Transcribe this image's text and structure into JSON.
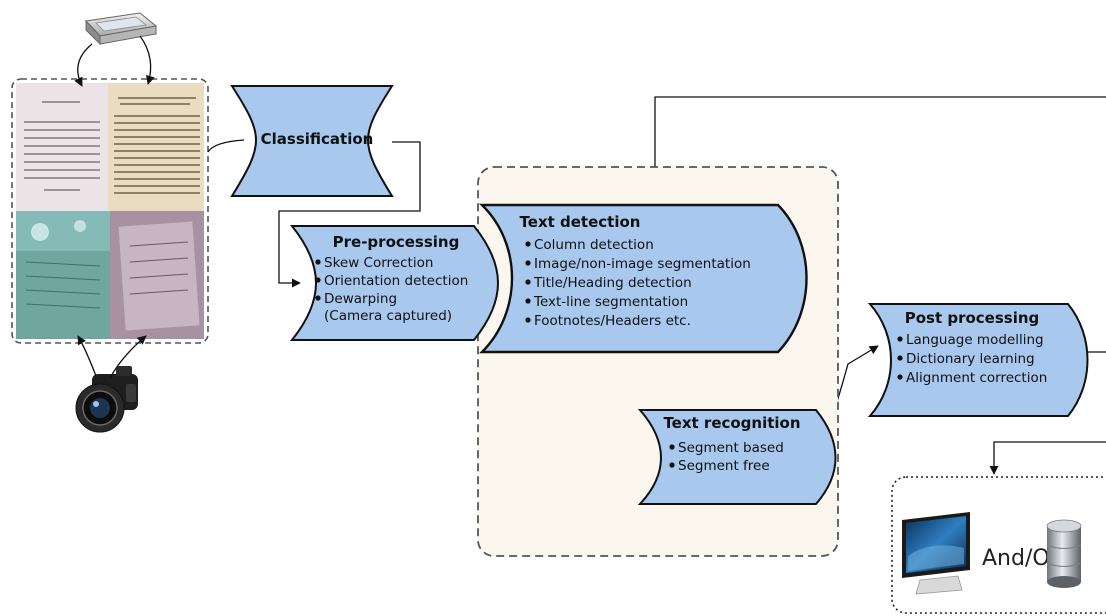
{
  "diagram": {
    "classification": {
      "title": "Classification"
    },
    "preprocessing": {
      "title": "Pre-processing",
      "items": [
        "Skew Correction",
        "Orientation detection",
        "Dewarping",
        "(Camera captured)"
      ]
    },
    "text_detection": {
      "title": "Text detection",
      "items": [
        "Column detection",
        "Image/non-image segmentation",
        "Title/Heading detection",
        "Text-line segmentation",
        "Footnotes/Headers etc."
      ]
    },
    "text_recognition": {
      "title": "Text recognition",
      "items": [
        "Segment based",
        "Segment free"
      ]
    },
    "post_processing": {
      "title": "Post processing",
      "items": [
        "Language modelling",
        "Dictionary learning",
        "Alignment correction"
      ]
    },
    "output": {
      "label": "And/Or"
    }
  },
  "colors": {
    "box_fill": "#a8c8ee",
    "box_stroke": "#111111",
    "panel_fill": "#fbf6ee",
    "panel_stroke": "#555555",
    "page_paper": "#ece3e6",
    "aged_paper": "#e9dcc0",
    "camera_photo_teal": "#6fa7a0",
    "camera_photo_mauve": "#a892a2"
  },
  "icons": [
    "scanner-icon",
    "camera-icon",
    "monitor-icon",
    "database-icon"
  ]
}
